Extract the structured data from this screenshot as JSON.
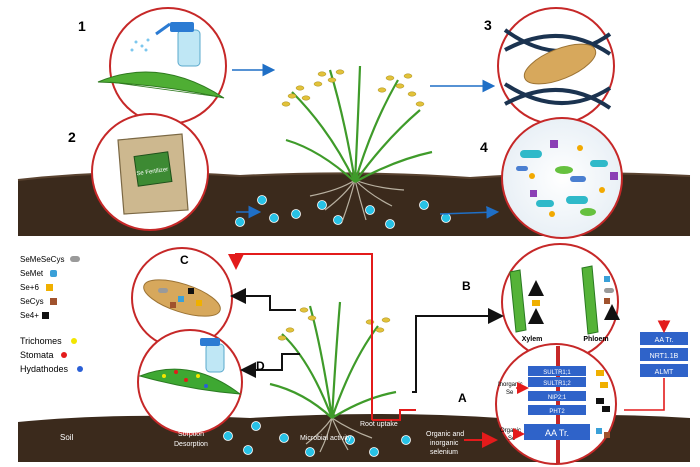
{
  "panel_numbers": [
    "1",
    "2",
    "3",
    "4"
  ],
  "bag_label": "Se Fertilizer",
  "legend": {
    "species": [
      {
        "label": "SeMeSeCys",
        "color": "#9a9a9a",
        "shape": "capsule"
      },
      {
        "label": "SeMet",
        "color": "#3aa0d8",
        "shape": "d"
      },
      {
        "label": "Se+6",
        "color": "#f0b000",
        "shape": "square"
      },
      {
        "label": "SeCys",
        "color": "#a0522d",
        "shape": "hexagon"
      },
      {
        "label": "Se4+",
        "color": "#111111",
        "shape": "square"
      }
    ],
    "pathways": [
      {
        "label": "Trichomes",
        "color": "#f2e600"
      },
      {
        "label": "Stomata",
        "color": "#e31b1b"
      },
      {
        "label": "Hydathodes",
        "color": "#2a5fd6"
      }
    ]
  },
  "letters": [
    "A",
    "B",
    "C",
    "D"
  ],
  "tissue": {
    "xylem": "Xylem",
    "phloem": "Phloem"
  },
  "transporters": {
    "sultr1": "SULTR1;1",
    "sultr2": "SULTR1;2",
    "nip": "NIP2;1",
    "pht": "PHT2",
    "aa_main": "AA Tr.",
    "inorganic_line1": "Inorganic",
    "inorganic_line2": "Se",
    "organic_line1": "Organic",
    "organic_line2": "Se"
  },
  "side_stack": [
    "AA Tr.",
    "NRT1.1B",
    "ALMT"
  ],
  "soil_labels": {
    "soil": "Soil",
    "sorption": "Sorption",
    "desorption": "Desorption",
    "microbial": "Microbial activity",
    "root_uptake": "Root uptake",
    "organic_inorganic_1": "Organic and",
    "organic_inorganic_2": "inorganic",
    "organic_inorganic_3": "selenium"
  },
  "colors": {
    "accent_red": "#e31b1b",
    "arrow_blue": "#1f6fc6",
    "soil": "#3b2a1c",
    "transporter": "#2f63c9"
  }
}
